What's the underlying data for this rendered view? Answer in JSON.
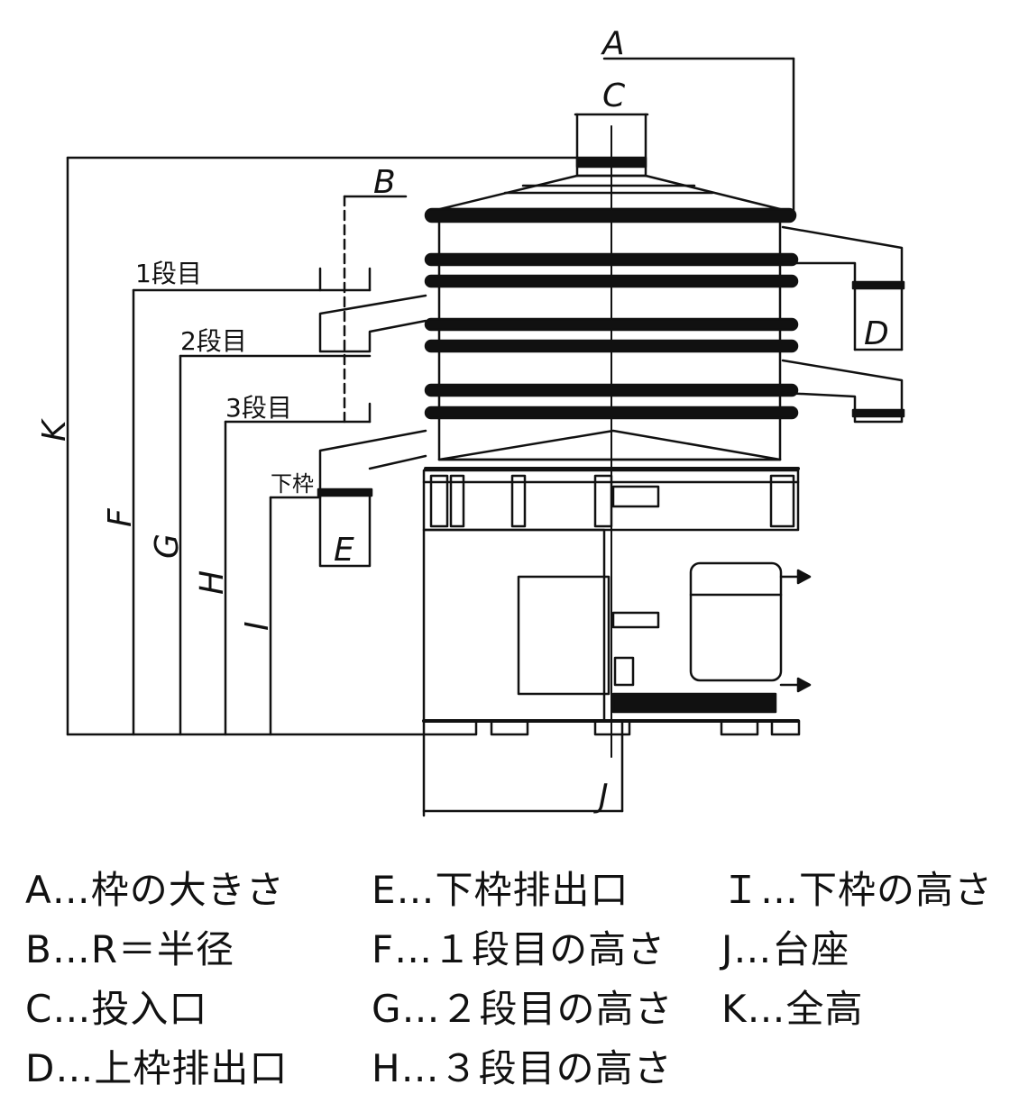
{
  "dimension_labels": {
    "A": "A",
    "B": "B",
    "C": "C",
    "D": "D",
    "E": "E",
    "F": "F",
    "G": "G",
    "H": "H",
    "I": "I",
    "J": "J",
    "K": "K"
  },
  "stage_labels": {
    "stage1": "1段目",
    "stage2": "2段目",
    "stage3": "3段目",
    "lower_frame": "下枠"
  },
  "legend": {
    "col1": [
      "A…枠の大きさ",
      "B…R＝半径",
      "C…投入口",
      "D…上枠排出口"
    ],
    "col2": [
      "E…下枠排出口",
      "F…１段目の高さ",
      "G…２段目の高さ",
      "H…３段目の高さ"
    ],
    "col3": [
      "Ｉ…下枠の高さ",
      "J…台座",
      "K…全高"
    ]
  }
}
